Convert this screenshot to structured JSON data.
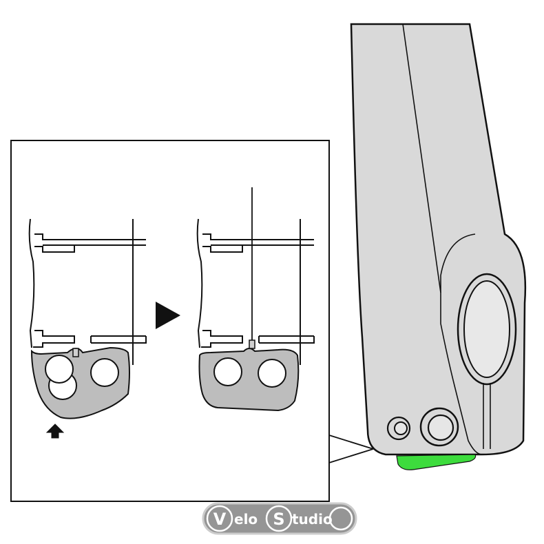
{
  "colors": {
    "background": "#ffffff",
    "line": "#111111",
    "crank_fill": "#d9d9d9",
    "part_fill": "#bdbdbd",
    "highlight": "#3ddc3d",
    "logo_fill": "#8a8a8a",
    "logo_ring": "#c7c7c7"
  },
  "icons": {
    "next_step": "right-triangle-arrow",
    "direction": "up-arrow"
  },
  "watermark": {
    "word_left": "Velo",
    "letter_v": "V",
    "letter_s": "S",
    "word_right": "tudio"
  }
}
